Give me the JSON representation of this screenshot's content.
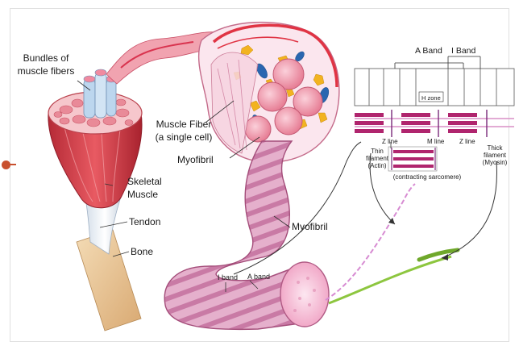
{
  "labels": {
    "bundles_line1": "Bundles of",
    "bundles_line2": "muscle fibers",
    "muscle_fiber_line1": "Muscle Fiber",
    "muscle_fiber_line2": "(a single cell)",
    "myofibril_upper": "Myofibril",
    "skeletal_line1": "Skeletal",
    "skeletal_line2": "Muscle",
    "tendon": "Tendon",
    "bone": "Bone",
    "myofibril_lower": "Myofibril",
    "i_band_lower": "I band",
    "a_band_lower": "A band",
    "a_band_upper": "A Band",
    "i_band_upper": "I Band",
    "h_zone": "H zone",
    "z_line_left": "Z line",
    "m_line": "M line",
    "z_line_right": "Z line",
    "thin_line1": "Thin",
    "thin_line2": "filament",
    "thin_line3": "(Actin)",
    "thick_line1": "Thick",
    "thick_line2": "filament",
    "thick_line3": "(Myosin)",
    "contracting": "(contracting sarcomere)"
  },
  "colors": {
    "accent": "#c8502e",
    "muscle_red": "#d8404a",
    "tube_pink": "#d98cb4",
    "tube_light": "#efc6da",
    "fat_yellow": "#f2b320",
    "nucleus_blue": "#2a66b0",
    "myosin_magenta": "#b0256e",
    "actin_green": "#8dc63f",
    "bone_tan": "#e9c79a"
  }
}
